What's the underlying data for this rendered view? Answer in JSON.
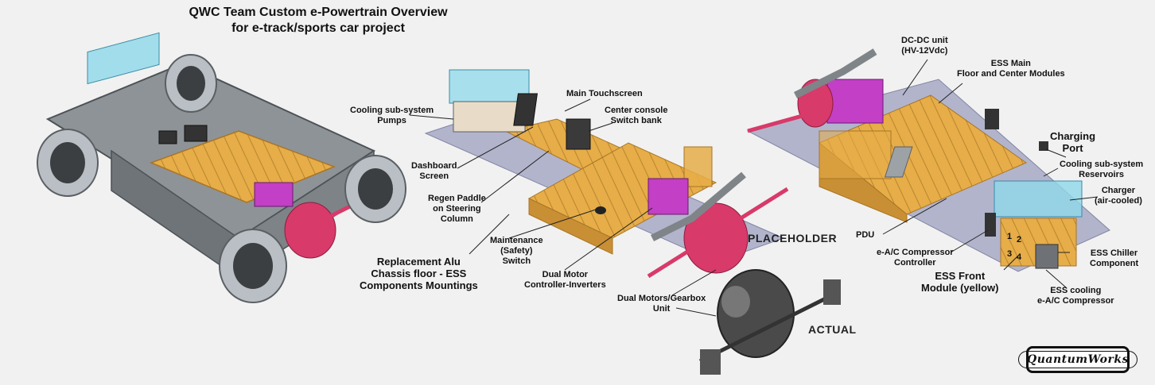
{
  "title": {
    "line1": "QWC Team Custom e-Powertrain Overview",
    "line2": "for e-track/sports car project"
  },
  "labels": {
    "cooling_pumps": [
      "Cooling sub-system",
      "Pumps"
    ],
    "main_touchscreen": [
      "Main Touchscreen"
    ],
    "center_console": [
      "Center console",
      "Switch bank"
    ],
    "dashboard_screen": [
      "Dashboard",
      "Screen"
    ],
    "regen_paddle": [
      "Regen Paddle",
      "on Steering",
      "Column"
    ],
    "maintenance_switch": [
      "Maintenance",
      "(Safety)",
      "Switch"
    ],
    "dual_motor_controller": [
      "Dual Motor",
      "Controller-Inverters"
    ],
    "replacement_floor": [
      "Replacement Alu",
      "Chassis floor - ESS",
      "Components Mountings"
    ],
    "dual_motors_gearbox": [
      "Dual Motors/Gearbox",
      "Unit"
    ],
    "dcdc_unit": [
      "DC-DC unit",
      "(HV-12Vdc)"
    ],
    "ess_main": [
      "ESS Main",
      "Floor and Center Modules"
    ],
    "charging_port": [
      "Charging",
      "Port"
    ],
    "cooling_reservoirs": [
      "Cooling sub-system",
      "Reservoirs"
    ],
    "charger": [
      "Charger",
      "(air-cooled)"
    ],
    "pdu": [
      "PDU"
    ],
    "ac_controller": [
      "e-A/C Compressor",
      "Controller"
    ],
    "ess_front": [
      "ESS Front",
      "Module (yellow)"
    ],
    "ess_chiller": [
      "ESS Chiller",
      "Component"
    ],
    "ess_cooling_compressor": [
      "ESS cooling",
      "e-A/C Compressor"
    ]
  },
  "tags": {
    "placeholder": "PLACEHOLDER",
    "actual": "ACTUAL"
  },
  "module_numbers": [
    "1",
    "2",
    "3",
    "4"
  ],
  "logo": {
    "text": "QuantumWorks"
  },
  "colors": {
    "battery_yellow": "#e8b04a",
    "inverter_magenta": "#c23fc6",
    "motor_red": "#d83a6a",
    "coolant_cyan": "#8fd8ea",
    "chassis_gray": "#7f8488",
    "floor_lavender": "#a7a9c6"
  }
}
